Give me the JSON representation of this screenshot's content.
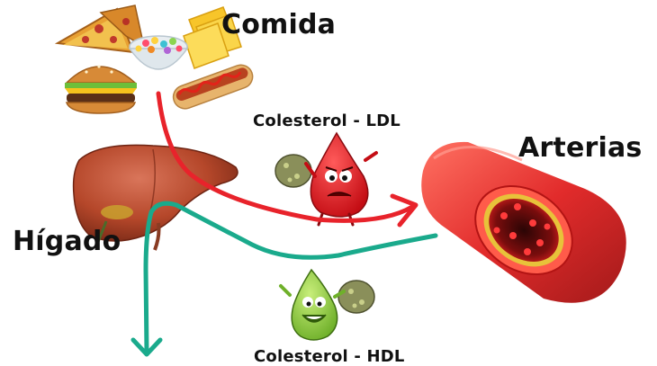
{
  "diagram": {
    "labels": {
      "food": "Comida",
      "ldl": "Colesterol - LDL",
      "arteries": "Arterias",
      "liver": "Hígado",
      "hdl": "Colesterol - HDL"
    },
    "colors": {
      "ldl_arrow": "#e8232b",
      "hdl_arrow": "#1aaa8c",
      "artery": "#d81f1f",
      "liver": "#b5472a",
      "ldl_character": "#e01a22",
      "hdl_character": "#8cc63e"
    },
    "icons": [
      "pizza-icon",
      "cereal-bowl-icon",
      "cheese-icon",
      "burger-icon",
      "hotdog-icon",
      "liver-icon",
      "artery-icon",
      "ldl-character-icon",
      "hdl-character-icon"
    ]
  }
}
